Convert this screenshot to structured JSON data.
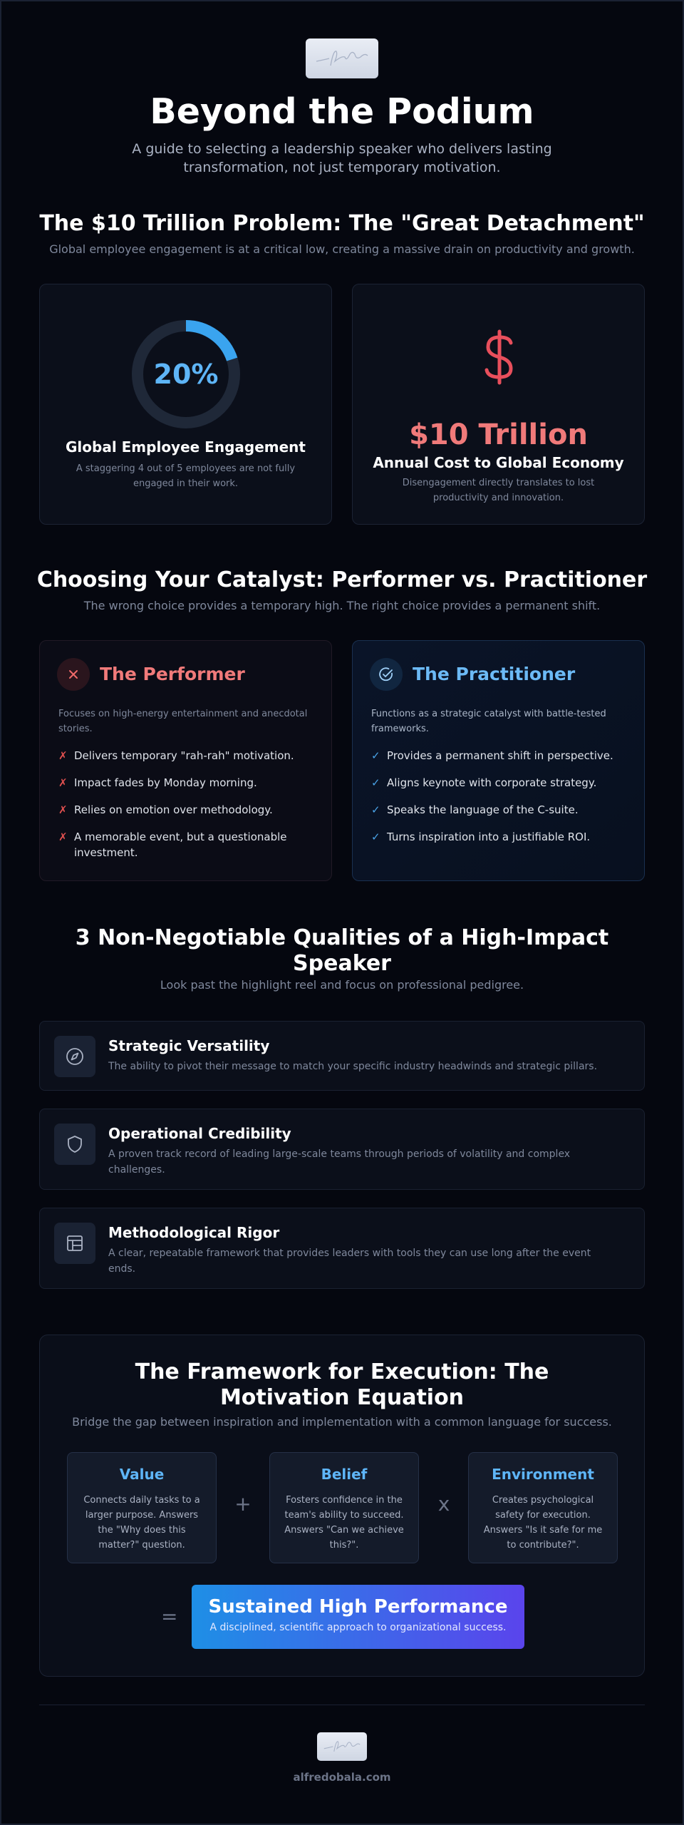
{
  "hero": {
    "title": "Beyond the Podium",
    "subtitle": "A guide to selecting a leadership speaker who delivers lasting transformation, not just temporary motivation."
  },
  "problem": {
    "title": "The $10 Trillion Problem: The \"Great Detachment\"",
    "subtitle": "Global employee engagement is at a critical low, creating a massive drain on productivity and growth.",
    "engagement": {
      "percent_label": "20%",
      "percent_value": 20,
      "heading": "Global Employee Engagement",
      "description": "A staggering 4 out of 5 employees are not fully engaged in their work."
    },
    "cost": {
      "icon": "dollar-icon",
      "amount": "$10 Trillion",
      "heading": "Annual Cost to Global Economy",
      "description": "Disengagement directly translates to lost productivity and innovation."
    }
  },
  "catalyst": {
    "title": "Choosing Your Catalyst: Performer vs. Practitioner",
    "subtitle": "The wrong choice provides a temporary high. The right choice provides a permanent shift.",
    "performer": {
      "title": "The Performer",
      "intro": "Focuses on high-energy entertainment and anecdotal stories.",
      "mark": "✗",
      "items": [
        "Delivers temporary \"rah-rah\" motivation.",
        "Impact fades by Monday morning.",
        "Relies on emotion over methodology.",
        "A memorable event, but a questionable investment."
      ]
    },
    "practitioner": {
      "title": "The Practitioner",
      "intro": "Functions as a strategic catalyst with battle-tested frameworks.",
      "mark": "✓",
      "items": [
        "Provides a permanent shift in perspective.",
        "Aligns keynote with corporate strategy.",
        "Speaks the language of the C-suite.",
        "Turns inspiration into a justifiable ROI."
      ]
    }
  },
  "qualities": {
    "title": "3 Non-Negotiable Qualities of a High-Impact Speaker",
    "subtitle": "Look past the highlight reel and focus on professional pedigree.",
    "items": [
      {
        "title": "Strategic Versatility",
        "description": "The ability to pivot their message to match your specific industry headwinds and strategic pillars.",
        "icon": "compass-icon"
      },
      {
        "title": "Operational Credibility",
        "description": "A proven track record of leading large-scale teams through periods of volatility and complex challenges.",
        "icon": "shield-icon"
      },
      {
        "title": "Methodological Rigor",
        "description": "A clear, repeatable framework that provides leaders with tools they can use long after the event ends.",
        "icon": "layout-icon"
      }
    ]
  },
  "framework": {
    "title": "The Framework for Execution: The Motivation Equation",
    "subtitle": "Bridge the gap between inspiration and implementation with a common language for success.",
    "value": {
      "title": "Value",
      "description": "Connects daily tasks to a larger purpose. Answers the \"Why does this matter?\" question."
    },
    "belief": {
      "title": "Belief",
      "description": "Fosters confidence in the team's ability to succeed. Answers \"Can we achieve this?\"."
    },
    "environment": {
      "title": "Environment",
      "description": "Creates psychological safety for execution. Answers \"Is it safe for me to contribute?\"."
    },
    "op_plus": "+",
    "op_times": "x",
    "op_equals": "=",
    "result": {
      "title": "Sustained High Performance",
      "description": "A disciplined, scientific approach to organizational success."
    }
  },
  "footer": {
    "site": "alfredobala.com"
  },
  "colors": {
    "background": "#05070f",
    "accent_blue": "#5eb5f7",
    "accent_red": "#f07a7a",
    "gradient_start": "#1e8fe6",
    "gradient_end": "#5a44ec"
  }
}
